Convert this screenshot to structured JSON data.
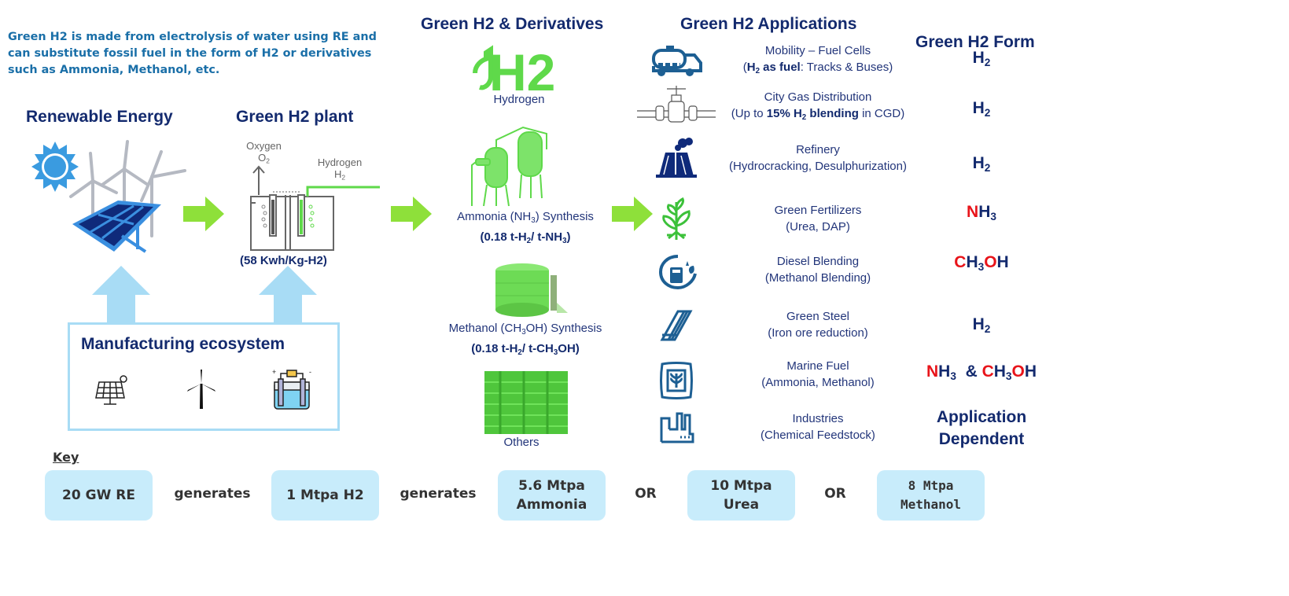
{
  "intro": {
    "text": "Green H2 is made from electrolysis of water using RE and can substitute fossil fuel in the form of H2 or derivatives such as Ammonia, Methanol, etc."
  },
  "sections": {
    "renewable_energy": "Renewable Energy",
    "green_h2_plant": "Green H2 plant",
    "derivatives": "Green H2 & Derivatives",
    "applications": "Green H2 Applications",
    "form": "Green H2 Form"
  },
  "plant": {
    "oxygen_label": "Oxygen",
    "oxygen_formula": "O",
    "oxygen_sub": "2",
    "hydrogen_label": "Hydrogen",
    "hydrogen_formula": "H",
    "hydrogen_sub": "2",
    "energy_need": "(58 Kwh/Kg-H2)"
  },
  "manufacturing": {
    "title": "Manufacturing ecosystem",
    "icons": [
      "solar-panel-icon",
      "wind-turbine-icon",
      "electrolyser-icon"
    ]
  },
  "derivatives": {
    "hydrogen": {
      "label": "Hydrogen",
      "logo_text": "H2"
    },
    "ammonia": {
      "name_pre": "Ammonia (NH",
      "name_sub": "3",
      "name_post": ") Synthesis",
      "ratio_pre": "(0.18 t-H",
      "ratio_sub1": "2",
      "ratio_mid": "/ t-NH",
      "ratio_sub2": "3",
      "ratio_post": ")"
    },
    "methanol": {
      "name_pre": "Methanol (CH",
      "name_sub": "3",
      "name_post": "OH) Synthesis",
      "ratio_pre": "(0.18 t-H",
      "ratio_sub1": "2",
      "ratio_mid": "/ t-CH",
      "ratio_sub2": "3",
      "ratio_post": "OH)"
    },
    "others": {
      "label": "Others"
    }
  },
  "applications": [
    {
      "icon": "truck-icon",
      "title": "Mobility – Fuel Cells",
      "sub_pre": "(",
      "sub_bold": "H",
      "sub_bold_sub": "2",
      "sub_bold2": " as fuel",
      "sub_post": ": Tracks & Buses)",
      "form": [
        {
          "t": "H",
          "c": "navy"
        },
        {
          "sub": "2"
        }
      ]
    },
    {
      "icon": "gas-valve-icon",
      "title": "City Gas Distribution",
      "sub_pre": "(Up to ",
      "sub_bold": "15% H",
      "sub_bold_sub": "2",
      "sub_bold2": " blending",
      "sub_post": " in CGD)",
      "form": [
        {
          "t": "H",
          "c": "navy"
        },
        {
          "sub": "2"
        }
      ]
    },
    {
      "icon": "refinery-icon",
      "title": "Refinery",
      "sub_pre": "(Hydrocracking, Desulphurization)",
      "sub_bold": "",
      "sub_bold_sub": "",
      "sub_bold2": "",
      "sub_post": "",
      "form": [
        {
          "t": "H",
          "c": "navy"
        },
        {
          "sub": "2"
        }
      ]
    },
    {
      "icon": "plant-sprout-icon",
      "title": "Green Fertilizers",
      "sub_pre": "(Urea, DAP)",
      "sub_bold": "",
      "sub_bold_sub": "",
      "sub_bold2": "",
      "sub_post": "",
      "form": [
        {
          "t": "N",
          "c": "red"
        },
        {
          "t": "H",
          "c": "navy"
        },
        {
          "sub": "3"
        }
      ]
    },
    {
      "icon": "fuel-blend-icon",
      "title": "Diesel Blending",
      "sub_pre": "(Methanol Blending)",
      "sub_bold": "",
      "sub_bold_sub": "",
      "sub_bold2": "",
      "sub_post": "",
      "form": [
        {
          "t": "C",
          "c": "red"
        },
        {
          "t": "H",
          "c": "navy"
        },
        {
          "sub": "3"
        },
        {
          "t": "O",
          "c": "red"
        },
        {
          "t": "H",
          "c": "navy"
        }
      ]
    },
    {
      "icon": "steel-beams-icon",
      "title": "Green Steel",
      "sub_pre": "(Iron ore reduction)",
      "sub_bold": "",
      "sub_bold_sub": "",
      "sub_bold2": "",
      "sub_post": "",
      "form": [
        {
          "t": "H",
          "c": "navy"
        },
        {
          "sub": "2"
        }
      ]
    },
    {
      "icon": "fuel-sack-icon",
      "title": "Marine Fuel",
      "sub_pre": "(Ammonia, Methanol)",
      "sub_bold": "",
      "sub_bold_sub": "",
      "sub_bold2": "",
      "sub_post": "",
      "form": [
        {
          "t": "N",
          "c": "red"
        },
        {
          "t": "H",
          "c": "navy"
        },
        {
          "sub": "3"
        },
        {
          "t": "  & ",
          "c": "navy"
        },
        {
          "t": "C",
          "c": "red"
        },
        {
          "t": "H",
          "c": "navy"
        },
        {
          "sub": "3"
        },
        {
          "t": "O",
          "c": "red"
        },
        {
          "t": "H",
          "c": "navy"
        }
      ]
    },
    {
      "icon": "factory-icon",
      "title": "Industries",
      "sub_pre": "(Chemical Feedstock)",
      "sub_bold": "",
      "sub_bold_sub": "",
      "sub_bold2": "",
      "sub_post": "",
      "form": [
        {
          "t": "Application",
          "c": "navy",
          "br": true
        },
        {
          "t": "Dependent",
          "c": "navy"
        }
      ]
    }
  ],
  "key": {
    "title": "Key",
    "items": [
      {
        "type": "box",
        "text": "20 GW RE"
      },
      {
        "type": "word",
        "text": "generates"
      },
      {
        "type": "box",
        "text": "1 Mtpa H2"
      },
      {
        "type": "word",
        "text": "generates"
      },
      {
        "type": "box",
        "line1": "5.6 Mtpa",
        "line2": "Ammonia"
      },
      {
        "type": "word",
        "text": "OR"
      },
      {
        "type": "box",
        "line1": "10 Mtpa",
        "line2": "Urea"
      },
      {
        "type": "word",
        "text": "OR"
      },
      {
        "type": "box",
        "line1": "8 Mtpa",
        "line2": "Methanol"
      }
    ]
  },
  "colors": {
    "navy": "#132a6e",
    "intro_blue": "#1a6fa8",
    "green": "#5fd94a",
    "arrow_green": "#8ee03a",
    "light_blue": "#a8dcf5",
    "key_box": "#c8ecfb",
    "red": "#e8141a",
    "icon_blue": "#1d5f93"
  }
}
